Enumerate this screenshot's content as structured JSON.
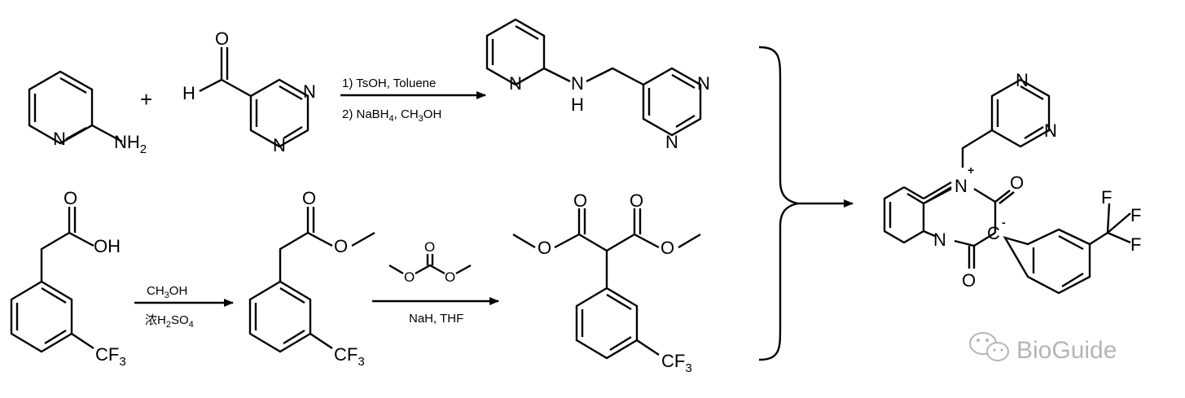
{
  "reactions": {
    "r1": {
      "plus": "+",
      "cond1": "1) TsOH, Toluene",
      "cond2_a": "2) NaBH",
      "cond2_b": "4",
      "cond2_c": ", CH",
      "cond2_d": "3",
      "cond2_e": "OH"
    },
    "r2": {
      "cond_top_a": "CH",
      "cond_top_b": "3",
      "cond_top_c": "OH",
      "cond_bot_a": "浓H",
      "cond_bot_b": "2",
      "cond_bot_c": "SO",
      "cond_bot_d": "4"
    },
    "r3": {
      "cond": "NaH, THF"
    }
  },
  "atoms": {
    "N": "N",
    "NH": "NH",
    "two": "2",
    "H": "H",
    "O": "O",
    "OH": "OH",
    "CF": "CF",
    "three": "3",
    "F": "F",
    "C": "C",
    "plus_charge": "+",
    "minus_charge": "-"
  },
  "watermark": "BioGuide",
  "colors": {
    "ink": "#000000",
    "watermark": "#b5b5b5"
  },
  "icons": [
    "wechat-icon"
  ]
}
